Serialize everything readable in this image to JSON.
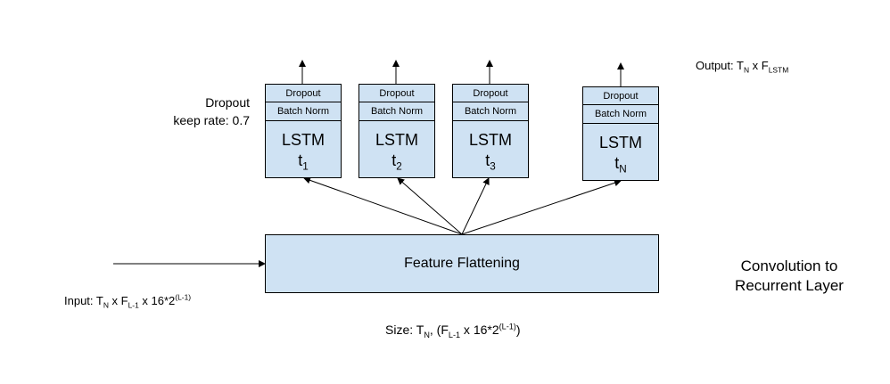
{
  "lstm_cell": {
    "dropout_label": "Dropout",
    "batchnorm_label": "Batch Norm",
    "lstm_label": "LSTM",
    "t_symbol": "t"
  },
  "cells": [
    {
      "subscript": "1"
    },
    {
      "subscript": "2"
    },
    {
      "subscript": "3"
    },
    {
      "subscript": "N"
    }
  ],
  "dropout_note": {
    "line1": "Dropout",
    "line2": "keep rate: 0.7"
  },
  "output_label": {
    "prefix": "Output: T",
    "sub1": "N",
    "mid": " x F",
    "sub2": "LSTM"
  },
  "flatten_box": {
    "label": "Feature Flattening"
  },
  "side_title": {
    "line1": "Convolution to",
    "line2": "Recurrent Layer"
  },
  "input_label": {
    "prefix": "Input: T",
    "sub1": "N",
    "mid1": " x F",
    "sub2": "L-1",
    "mid2": " x 16*2",
    "sup": "(L-1)"
  },
  "size_label": {
    "prefix": "Size: T",
    "sub1": "N",
    "mid1": ", (F",
    "sub2": "L-1",
    "mid2": " x 16*2",
    "sup": "(L-1)",
    "suffix": ")"
  },
  "colors": {
    "box_fill": "#cfe2f3",
    "stroke": "#000000"
  }
}
